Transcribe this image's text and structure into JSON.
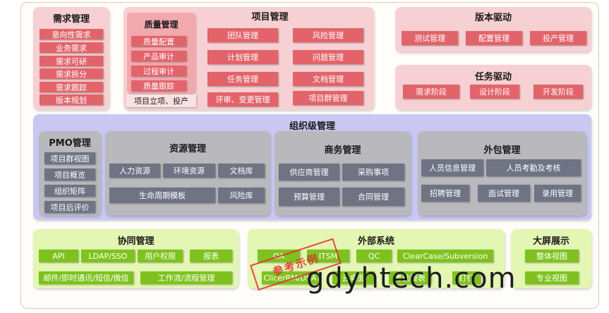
{
  "demand": {
    "title": "需求管理",
    "items": [
      "意向性需求",
      "业务需求",
      "需求可研",
      "需求拆分",
      "需求跟踪",
      "版本规划"
    ]
  },
  "project": {
    "title": "项目管理",
    "quality": {
      "title": "质量管理",
      "items": [
        "质量配置",
        "产品审计",
        "过程审计",
        "质量跟踪"
      ]
    },
    "initiation": "项目立项、投产",
    "col2": [
      "团队管理",
      "计划管理",
      "任务管理",
      "评审、变更管理"
    ],
    "col3": [
      "风险管理",
      "问题管理",
      "文档管理",
      "项目群管理"
    ]
  },
  "version": {
    "title": "版本驱动",
    "items": [
      "测试管理",
      "配置管理",
      "投产管理"
    ]
  },
  "task": {
    "title": "任务驱动",
    "items": [
      "需求阶段",
      "设计阶段",
      "开发阶段"
    ]
  },
  "org": {
    "title": "组织级管理",
    "pmo": {
      "title": "PMO管理",
      "items": [
        "项目群视图",
        "项目概览",
        "组织矩阵",
        "项目后评价"
      ]
    },
    "resource": {
      "title": "资源管理",
      "items": [
        "人力资源",
        "环境资源",
        "文档库",
        "生命周期模板",
        "风险库"
      ]
    },
    "business": {
      "title": "商务管理",
      "items": [
        "供应商管理",
        "采购事项",
        "预算管理",
        "合同管理"
      ]
    },
    "outsource": {
      "title": "外包管理",
      "items": [
        "人员信息管理",
        "人员考勤及考核",
        "招聘管理",
        "面试管理",
        "录用管理"
      ]
    }
  },
  "collab": {
    "title": "协同管理",
    "items": [
      "API",
      "LDAP/SSO",
      "用户权限",
      "报表",
      "邮件/即时通讯/短信/微信",
      "工作流/流程管理"
    ]
  },
  "external": {
    "title": "外部系统",
    "items": [
      "OA",
      "ITSM",
      "QC",
      "ClearCase/Subversion",
      "ClicerRM/DSA",
      "云桌面",
      "考勤报表",
      "钉钉"
    ]
  },
  "screen": {
    "title": "大屏展示",
    "items": [
      "整体视图",
      "专业视图"
    ]
  },
  "stamp": "参考示例",
  "watermark": "gdyhtech.com",
  "colors": {
    "pink_panel": "#f7d0d3",
    "red_box": "#e2646a",
    "lavender_panel": "#c9c8f2",
    "grey_panel": "#b9b9bd",
    "slate_box": "#6f7384",
    "lime_panel": "#e3f6b3",
    "green_box": "#7fc21f",
    "stamp": "#e32b2b"
  }
}
